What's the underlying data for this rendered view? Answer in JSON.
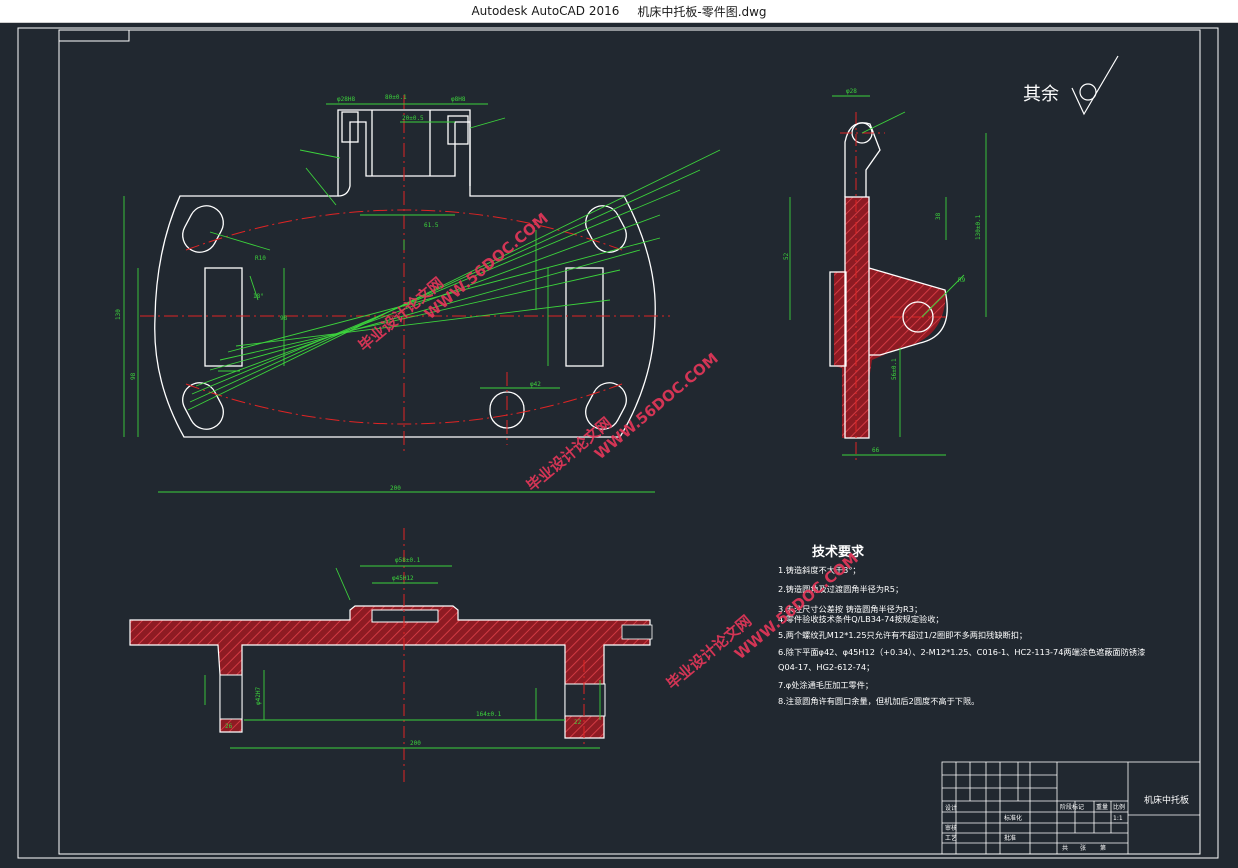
{
  "window": {
    "app_title": "Autodesk AutoCAD 2016",
    "file_name": "机床中托板-零件图.dwg"
  },
  "drawing": {
    "roughness_label": "其余",
    "tech_req_title": "技术要求",
    "tech_req": [
      "1.铸造斜度不大于3°；",
      "2.铸造圆角及过渡圆角半径为R5；",
      "3.未注尺寸公差按     铸造圆角半径为R3；",
      "4.零件验收技术条件Q/LB34-74按规定验收；",
      "5.两个螺纹孔M12*1.25只允许有不超过1/2圈即不多两扣残缺断扣；",
      "6.除下平面φ42、φ45H12（+0.34）、2-M12*1.25、C016-1、HC2-113-74两端涂色遮蔽面防锈漆",
      "Q04-17、HG2-612-74；",
      "7.φ处涂通毛压加工零件；",
      "8.注意圆角许有圆口余量，但机加后2圆度不高于下限。"
    ],
    "part_name": "机床中托板",
    "scale": "1:1",
    "title_block_labels": {
      "design": "设计",
      "standard": "标准化",
      "review": "审核",
      "process": "工艺",
      "approve": "批准",
      "stage_mark": "阶段标记",
      "weight": "重量",
      "ratio": "比例",
      "sheet_total": "共",
      "sheet_no": "张",
      "page_no": "第"
    },
    "watermark": "WWW.56DOC.COM",
    "watermark_cn": "毕业设计论文网"
  },
  "colors": {
    "background": "#212830",
    "outline": "#ffffff",
    "dimension": "#3cd23c",
    "centerline": "#e02424",
    "hatch": "#b8262e",
    "watermark": "#e8375a"
  }
}
